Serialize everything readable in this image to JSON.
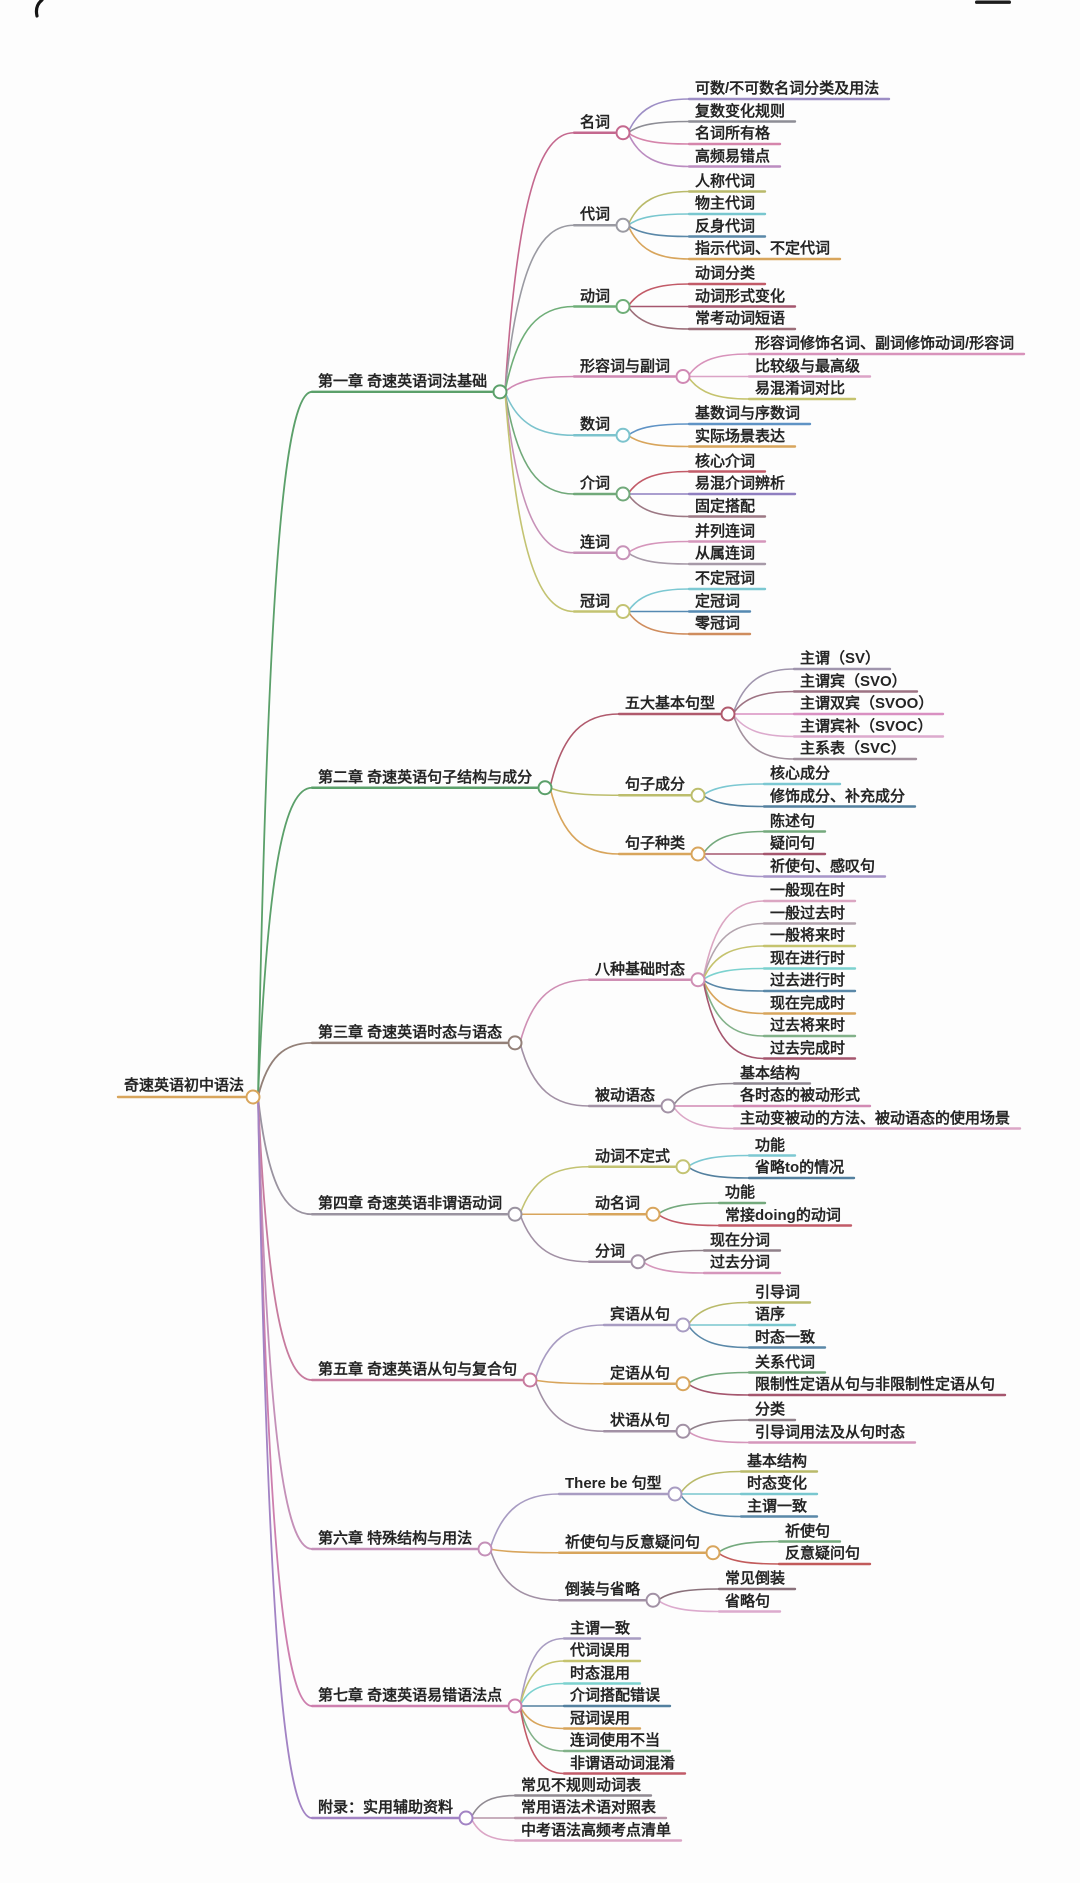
{
  "decorations": {
    "top_left_icon": "pen-stroke-fragment",
    "top_right_icon": "window-control-fragment"
  },
  "mindmap": {
    "root": {
      "label": "奇速英语初中语法",
      "color": "#d8a55c"
    },
    "chapters": [
      {
        "label": "第一章 奇速英语词法基础",
        "color": "#5ba06a",
        "children": [
          {
            "label": "名词",
            "color": "#c4688e",
            "children": [
              {
                "label": "可数/不可数名词分类及用法",
                "color": "#9d8ec5"
              },
              {
                "label": "复数变化规则",
                "color": "#8d8d95"
              },
              {
                "label": "名词所有格",
                "color": "#d585ab"
              },
              {
                "label": "高频易错点",
                "color": "#bb8cc0"
              }
            ]
          },
          {
            "label": "代词",
            "color": "#9a9aa2",
            "children": [
              {
                "label": "人称代词",
                "color": "#b9ba6a"
              },
              {
                "label": "物主代词",
                "color": "#79c7cf"
              },
              {
                "label": "反身代词",
                "color": "#5a88a8"
              },
              {
                "label": "指示代词、不定代词",
                "color": "#d8a55c"
              }
            ]
          },
          {
            "label": "动词",
            "color": "#6fae78",
            "children": [
              {
                "label": "动词分类",
                "color": "#c25b68"
              },
              {
                "label": "动词形式变化",
                "color": "#a5566e"
              },
              {
                "label": "常考动词短语",
                "color": "#9c6e79"
              }
            ]
          },
          {
            "label": "形容词与副词",
            "color": "#d089b4",
            "children": [
              {
                "label": "形容词修饰名词、副词修饰动词/形容词",
                "color": "#d893bb"
              },
              {
                "label": "比较级与最高级",
                "color": "#dba3c6"
              },
              {
                "label": "易混淆词对比",
                "color": "#c5c36e"
              }
            ]
          },
          {
            "label": "数词",
            "color": "#7cc3cd",
            "children": [
              {
                "label": "基数词与序数词",
                "color": "#5f93c5"
              },
              {
                "label": "实际场景表达",
                "color": "#d8a55c"
              }
            ]
          },
          {
            "label": "介词",
            "color": "#71a97a",
            "children": [
              {
                "label": "核心介词",
                "color": "#c25b68"
              },
              {
                "label": "易混介词辨析",
                "color": "#8f7fc0"
              },
              {
                "label": "固定搭配",
                "color": "#9c7884"
              }
            ]
          },
          {
            "label": "连词",
            "color": "#c792b8",
            "children": [
              {
                "label": "并列连词",
                "color": "#d596bb"
              },
              {
                "label": "从属连词",
                "color": "#a79aa8"
              }
            ]
          },
          {
            "label": "冠词",
            "color": "#c3c372",
            "children": [
              {
                "label": "不定冠词",
                "color": "#7cc8d2"
              },
              {
                "label": "定冠词",
                "color": "#5589b2"
              },
              {
                "label": "零冠词",
                "color": "#cf8d5e"
              }
            ]
          }
        ]
      },
      {
        "label": "第二章 奇速英语句子结构与成分",
        "color": "#5ba06a",
        "children": [
          {
            "label": "五大基本句型",
            "color": "#b05a6d",
            "children": [
              {
                "label": "主谓（SV）",
                "color": "#a095ad"
              },
              {
                "label": "主谓宾（SVO）",
                "color": "#9d7383"
              },
              {
                "label": "主谓双宾（SVOO）",
                "color": "#d990c2"
              },
              {
                "label": "主谓宾补（SVOC）",
                "color": "#dcaacd"
              },
              {
                "label": "主系表（SVC）",
                "color": "#a3919e"
              }
            ]
          },
          {
            "label": "句子成分",
            "color": "#bcbd6c",
            "children": [
              {
                "label": "核心成分",
                "color": "#7cc8d2"
              },
              {
                "label": "修饰成分、补充成分",
                "color": "#53809f"
              }
            ]
          },
          {
            "label": "句子种类",
            "color": "#d8a55c",
            "children": [
              {
                "label": "陈述句",
                "color": "#74a97d"
              },
              {
                "label": "疑问句",
                "color": "#a5566e"
              },
              {
                "label": "祈使句、感叹句",
                "color": "#a795c8"
              }
            ]
          }
        ]
      },
      {
        "label": "第三章 奇速英语时态与语态",
        "color": "#938078",
        "children": [
          {
            "label": "八种基础时态",
            "color": "#cf8fb4",
            "children": [
              {
                "label": "一般现在时",
                "color": "#dba6c2"
              },
              {
                "label": "一般过去时",
                "color": "#b3a4ae"
              },
              {
                "label": "一般将来时",
                "color": "#c5c36e"
              },
              {
                "label": "现在进行时",
                "color": "#7cd2cf"
              },
              {
                "label": "过去进行时",
                "color": "#5a88a8"
              },
              {
                "label": "现在完成时",
                "color": "#d8a55c"
              },
              {
                "label": "过去将来时",
                "color": "#82b189"
              },
              {
                "label": "过去完成时",
                "color": "#a5566e"
              }
            ]
          },
          {
            "label": "被动语态",
            "color": "#a291a5",
            "children": [
              {
                "label": "基本结构",
                "color": "#8e8791"
              },
              {
                "label": "各时态的被动形式",
                "color": "#d28ab4"
              },
              {
                "label": "主动变被动的方法、被动语态的使用场景",
                "color": "#dba6c6"
              }
            ]
          }
        ]
      },
      {
        "label": "第四章 奇速英语非谓语动词",
        "color": "#9a93a0",
        "children": [
          {
            "label": "动词不定式",
            "color": "#c3c372",
            "children": [
              {
                "label": "功能",
                "color": "#7cc8d2"
              },
              {
                "label": "省略to的情况",
                "color": "#53809f"
              }
            ]
          },
          {
            "label": "动名词",
            "color": "#d8a55c",
            "children": [
              {
                "label": "功能",
                "color": "#74a97d"
              },
              {
                "label": "常接doing的动词",
                "color": "#c25b68"
              }
            ]
          },
          {
            "label": "分词",
            "color": "#a291a5",
            "children": [
              {
                "label": "现在分词",
                "color": "#90808a"
              },
              {
                "label": "过去分词",
                "color": "#d596bb"
              }
            ]
          }
        ]
      },
      {
        "label": "第五章 奇速英语从句与复合句",
        "color": "#c77b9e",
        "children": [
          {
            "label": "宾语从句",
            "color": "#a89cc2",
            "children": [
              {
                "label": "引导词",
                "color": "#b9ba6a"
              },
              {
                "label": "语序",
                "color": "#79c7cf"
              },
              {
                "label": "时态一致",
                "color": "#5a88a8"
              }
            ]
          },
          {
            "label": "定语从句",
            "color": "#d8a55c",
            "children": [
              {
                "label": "关系代词",
                "color": "#74a97d"
              },
              {
                "label": "限制性定语从句与非限制性定语从句",
                "color": "#a5566e"
              }
            ]
          },
          {
            "label": "状语从句",
            "color": "#a291a5",
            "children": [
              {
                "label": "分类",
                "color": "#90808a"
              },
              {
                "label": "引导词用法及从句时态",
                "color": "#d596bb"
              }
            ]
          }
        ]
      },
      {
        "label": "第六章 特殊结构与用法",
        "color": "#c490b8",
        "children": [
          {
            "label": "There be 句型",
            "color": "#a89cc2",
            "children": [
              {
                "label": "基本结构",
                "color": "#b9ba6a"
              },
              {
                "label": "时态变化",
                "color": "#79c7cf"
              },
              {
                "label": "主谓一致",
                "color": "#5a88a8"
              }
            ]
          },
          {
            "label": "祈使句与反意疑问句",
            "color": "#d8a55c",
            "children": [
              {
                "label": "祈使句",
                "color": "#74a97d"
              },
              {
                "label": "反意疑问句",
                "color": "#c25b5b"
              }
            ]
          },
          {
            "label": "倒装与省略",
            "color": "#a291a5",
            "children": [
              {
                "label": "常见倒装",
                "color": "#8a717b"
              },
              {
                "label": "省略句",
                "color": "#dcaacd"
              }
            ]
          }
        ]
      },
      {
        "label": "第七章 奇速英语易错语法点",
        "color": "#cd7fae",
        "children": [
          {
            "label": "主谓一致",
            "color": "#a89cc2"
          },
          {
            "label": "代词误用",
            "color": "#c5c36e"
          },
          {
            "label": "时态混用",
            "color": "#7cd2cf"
          },
          {
            "label": "介词搭配错误",
            "color": "#53809f"
          },
          {
            "label": "冠词误用",
            "color": "#d8a55c"
          },
          {
            "label": "连词使用不当",
            "color": "#82b189"
          },
          {
            "label": "非谓语动词混淆",
            "color": "#c25b68"
          }
        ]
      },
      {
        "label": "附录：实用辅助资料",
        "color": "#a283c4",
        "children": [
          {
            "label": "常见不规则动词表",
            "color": "#908a92"
          },
          {
            "label": "常用语法术语对照表",
            "color": "#b795a8"
          },
          {
            "label": "中考语法高频考点清单",
            "color": "#dba6c6"
          }
        ]
      }
    ]
  }
}
